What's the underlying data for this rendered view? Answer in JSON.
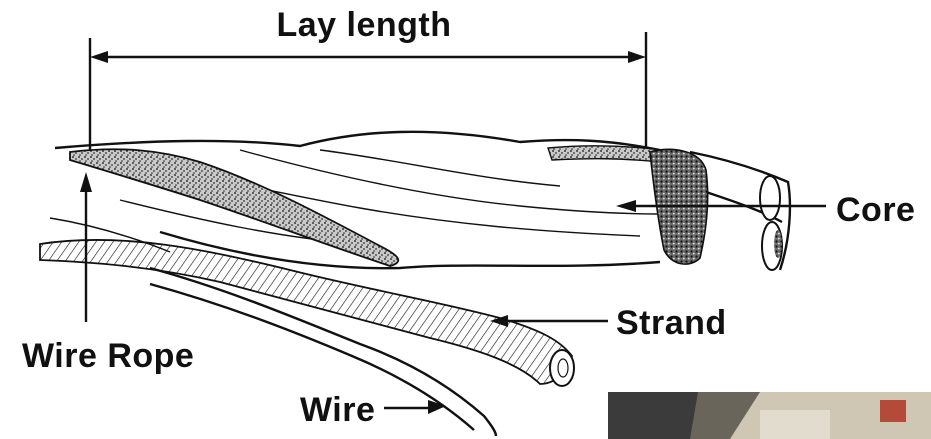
{
  "labels": {
    "lay_length": "Lay length",
    "core": "Core",
    "strand": "Strand",
    "wire_rope": "Wire Rope",
    "wire": "Wire"
  },
  "colors": {
    "ink": "#111111",
    "stipple": "#8a8a8a",
    "photo_dark": "#3b3b3b",
    "photo_light": "#cfc6b4",
    "photo_accent": "#b34a3a"
  }
}
